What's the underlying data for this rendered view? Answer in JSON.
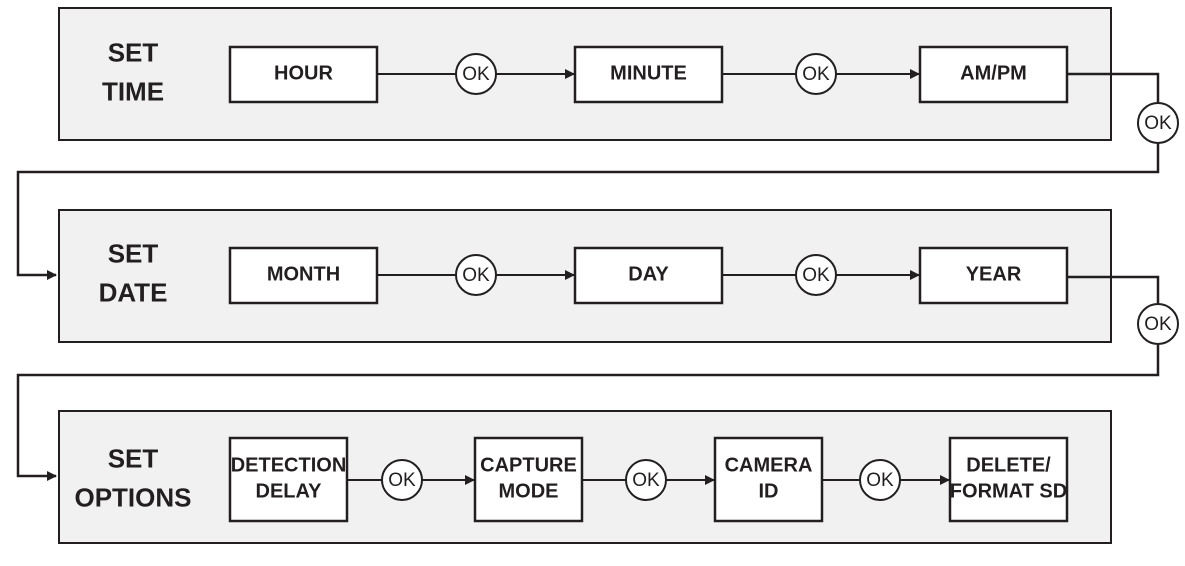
{
  "colors": {
    "panel_fill": "#f1f1f2",
    "stroke": "#231f20",
    "box_fill": "#ffffff"
  },
  "rows": [
    {
      "label": [
        "SET",
        "TIME"
      ],
      "steps": [
        [
          "HOUR"
        ],
        [
          "MINUTE"
        ],
        [
          "AM/PM"
        ]
      ]
    },
    {
      "label": [
        "SET",
        "DATE"
      ],
      "steps": [
        [
          "MONTH"
        ],
        [
          "DAY"
        ],
        [
          "YEAR"
        ]
      ]
    },
    {
      "label": [
        "SET",
        "OPTIONS"
      ],
      "steps": [
        [
          "DETECTION",
          "DELAY"
        ],
        [
          "CAPTURE",
          "MODE"
        ],
        [
          "CAMERA",
          "ID"
        ],
        [
          "DELETE/",
          "FORMAT SD"
        ]
      ]
    }
  ],
  "connector_label": "OK"
}
